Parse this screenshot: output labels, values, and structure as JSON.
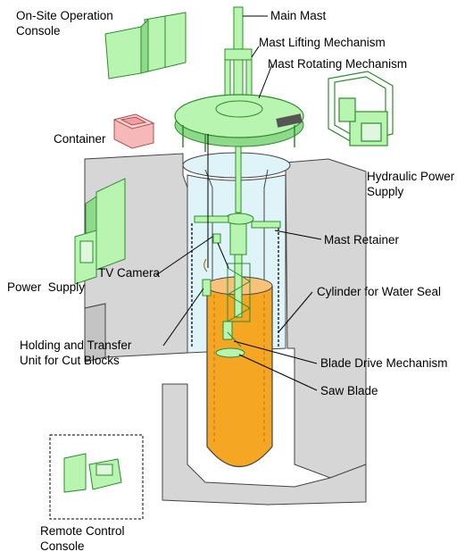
{
  "labels": {
    "onsite_console": "On-Site Operation\nConsole",
    "main_mast": "Main Mast",
    "mast_lifting": "Mast Lifting Mechanism",
    "mast_rotating": "Mast Rotating Mechanism",
    "container": "Container",
    "hydraulic": "Hydraulic Power\nSupply",
    "mast_retainer": "Mast Retainer",
    "tv_camera": "TV Camera",
    "power_supply": "Power  Supply",
    "cylinder": "Cylinder for Water Seal",
    "holding": "Holding and Transfer\nUnit for Cut Blocks",
    "blade_drive": "Blade Drive Mechanism",
    "saw_blade": "Saw Blade",
    "remote_console": "Remote Control\nConsole"
  },
  "colors": {
    "equipment_green": "#b8f5b0",
    "equipment_edge": "#2e8b2e",
    "vessel_orange": "#f5a623",
    "water_blue": "#dff4f8",
    "concrete_gray": "#d6d6d6",
    "container_pink": "#f6b8b8"
  }
}
